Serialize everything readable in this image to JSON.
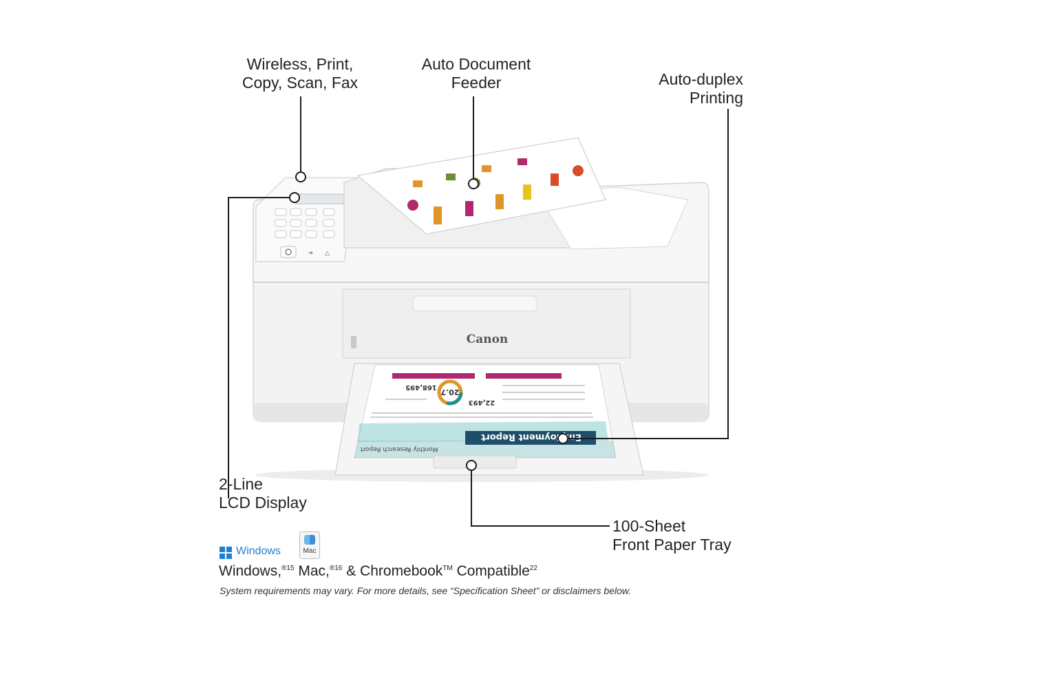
{
  "callouts": {
    "wireless": {
      "line1": "Wireless, Print,",
      "line2": "Copy, Scan, Fax"
    },
    "adf": {
      "line1": "Auto Document",
      "line2": "Feeder"
    },
    "duplex": {
      "line1": "Auto-duplex",
      "line2": "Printing"
    },
    "lcd": {
      "line1": "2-Line",
      "line2": "LCD Display"
    },
    "tray": {
      "line1": "100-Sheet",
      "line2": "Front Paper Tray"
    }
  },
  "printer": {
    "brand": "Canon",
    "doc_title": "Employment Report",
    "doc_subtitle": "Monthly Research Report",
    "stat_1": "20.7",
    "stat_2": "168,495",
    "stat_3": "22,493"
  },
  "compatibility": {
    "windows_logo_text": "Windows",
    "mac_logo_text": "Mac",
    "windows": "Windows,",
    "windows_sup": "®15",
    "mac": " Mac,",
    "mac_sup": "®16",
    "chromebook": " & Chromebook",
    "chromebook_sup": "TM",
    "compatible": " Compatible",
    "compatible_sup": "22",
    "disclaimer": "System requirements may vary. For more details, see “Specification Sheet” or disclaimers below."
  },
  "colors": {
    "leader_line": "#1a1a1a",
    "printer_body": "#f2f2f2",
    "windows_blue": "#1f7fd1",
    "report_teal": "#1e8e8e",
    "report_magenta": "#b0286e"
  }
}
